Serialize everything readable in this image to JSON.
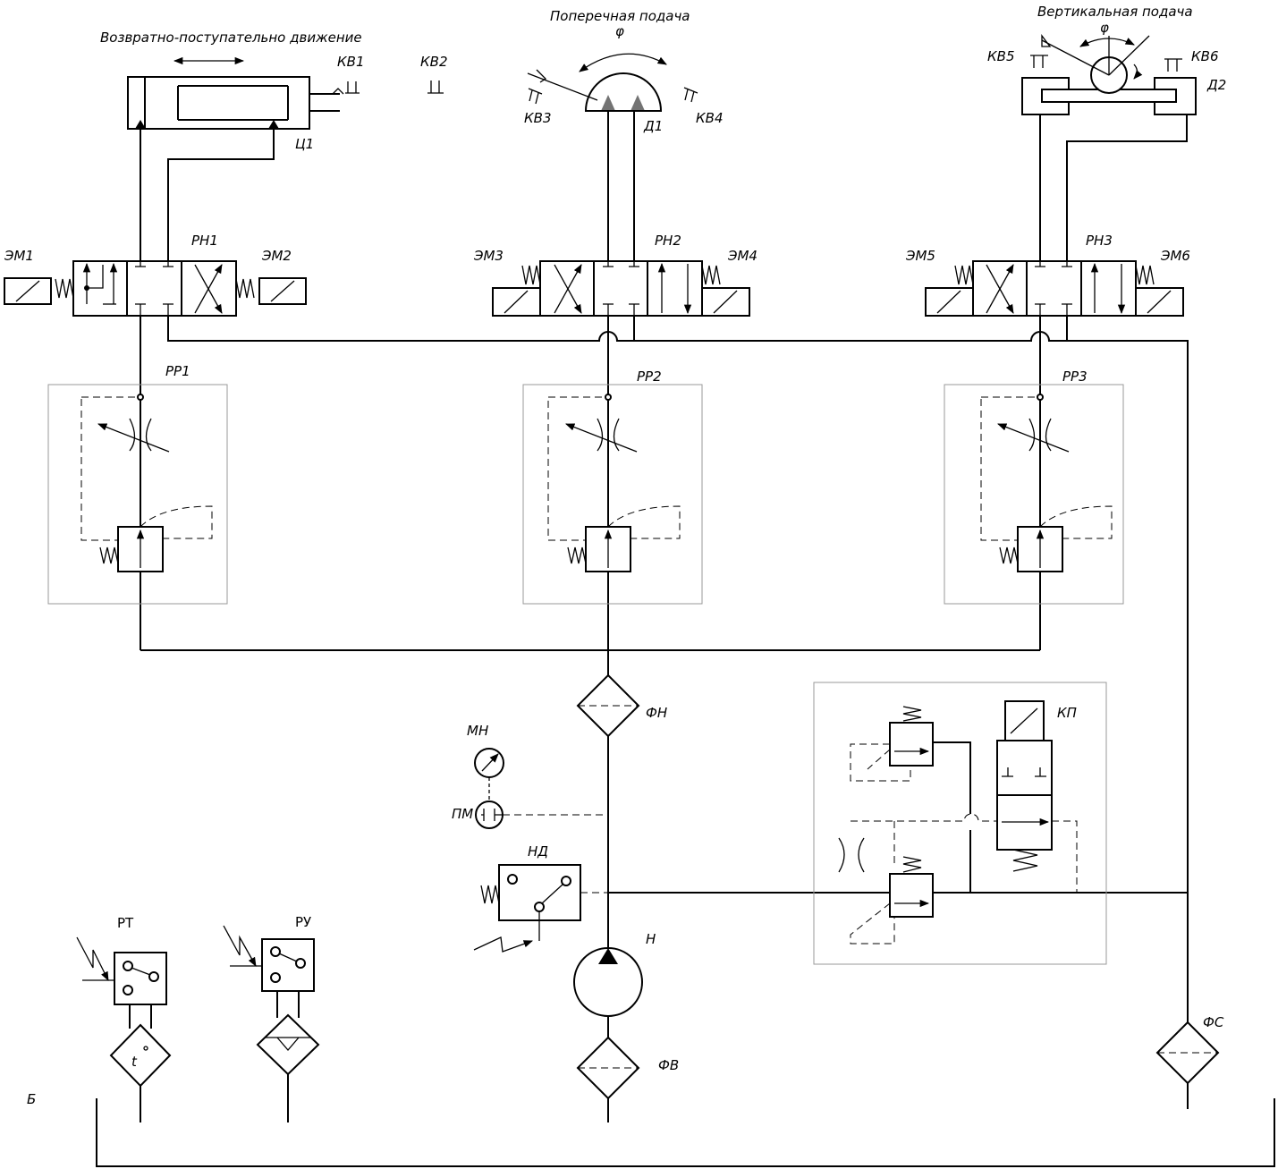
{
  "captions": {
    "reciprocating": "Возвратно-поступательно движение",
    "cross_feed": "Поперечная подача",
    "cross_phi": "φ",
    "vertical_feed": "Вертикальная подача",
    "vertical_phi": "φ"
  },
  "labels": {
    "KV1": "КВ1",
    "KV2": "КВ2",
    "KV3": "КВ3",
    "KV4": "КВ4",
    "KV5": "КВ5",
    "KV6": "КВ6",
    "C1": "Ц1",
    "D1": "Д1",
    "D2": "Д2",
    "EM1": "ЭМ1",
    "EM2": "ЭМ2",
    "EM3": "ЭМ3",
    "EM4": "ЭМ4",
    "EM5": "ЭМ5",
    "EM6": "ЭМ6",
    "RN1": "РН1",
    "RN2": "РН2",
    "RN3": "РН3",
    "RR1": "РР1",
    "RR2": "РР2",
    "RR3": "РР3",
    "FN": "ФН",
    "FV": "ФВ",
    "FS": "ФС",
    "MN": "МН",
    "PM": "ПМ",
    "ND": "НД",
    "N": "Н",
    "KP": "КП",
    "RT": "РТ",
    "RU": "РУ",
    "B": "Б",
    "t": "t"
  }
}
